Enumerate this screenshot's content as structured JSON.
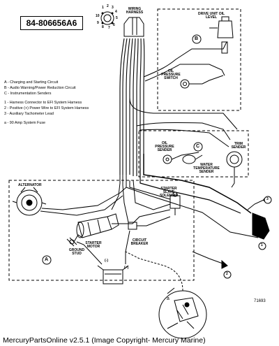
{
  "part_number": "84-806656A6",
  "legend": {
    "circuits": [
      "A - Charging and Starting Circuit",
      "B - Audio Warning/Power Reduction Circuit",
      "C - Instrumentation Senders"
    ],
    "harness_items": [
      "1 - Harness Connector to EFI System Harness",
      "2 - Positive (+) Power Wire to EFI System Harness",
      "3 - Auxiliary Tachometer Lead"
    ],
    "fuse_note": "a - 90 Amp System Fuse"
  },
  "labels": {
    "wiring_harness": "WIRING HARNESS",
    "drive_unit_oil_level": "DRIVE UNIT OIL LEVEL",
    "oil_pressure_switch": "OIL PRESSURE SWITCH",
    "oil_pressure_sender": "OIL PRESSURE SENDER",
    "water_temperature_sender": "WATER TEMPERATURE SENDER",
    "trim_sender": "TRIM SENDER",
    "alternator": "ALTERNATOR",
    "starter_slave_solenoid": "STARTER SLAVE SOLENOID",
    "starter_motor": "STARTER MOTOR",
    "circuit_breaker": "CIRCUIT BREAKER",
    "ground_stud": "GROUND STUD",
    "battery_neg": "(-)",
    "battery_pos": "(+)"
  },
  "badges": {
    "A": "A",
    "B": "B",
    "C": "C",
    "a": "a",
    "n1": "1",
    "n2": "2",
    "n3": "3"
  },
  "connector_pins": [
    "1",
    "2",
    "3",
    "4",
    "5",
    "6",
    "7",
    "8",
    "9",
    "10"
  ],
  "figure_number": "71693",
  "footer": "MercuryPartsOnline v2.5.1 (Image Copyright- Mercury Marine)"
}
